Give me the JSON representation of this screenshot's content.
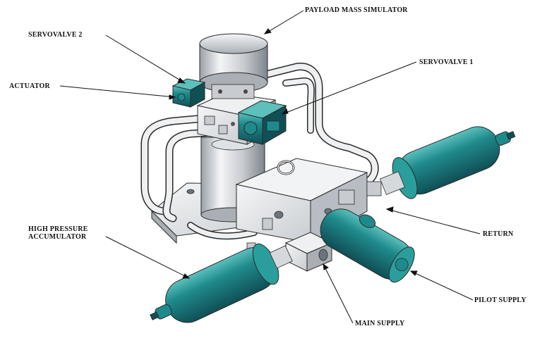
{
  "labels": {
    "payload_mass_simulator": "PAYLOAD MASS SIMULATOR",
    "servovalve_2": "SERVOVALVE 2",
    "servovalve_1": "SERVOVALVE 1",
    "actuator": "ACTUATOR",
    "high_pressure_accumulator_line1": "HIGH PRESSURE",
    "high_pressure_accumulator_line2": "ACCUMULATOR",
    "return": "RETURN",
    "pilot_supply": "PILOT SUPPLY",
    "main_supply": "MAIN SUPPLY"
  },
  "colors": {
    "accumulator_teal": "#1f8a8c",
    "valve_teal": "#1f8f87",
    "metal_light": "#eef0f2",
    "metal_mid": "#c4c9ce",
    "metal_dark": "#7d858c",
    "outline": "#2a2a2a"
  }
}
